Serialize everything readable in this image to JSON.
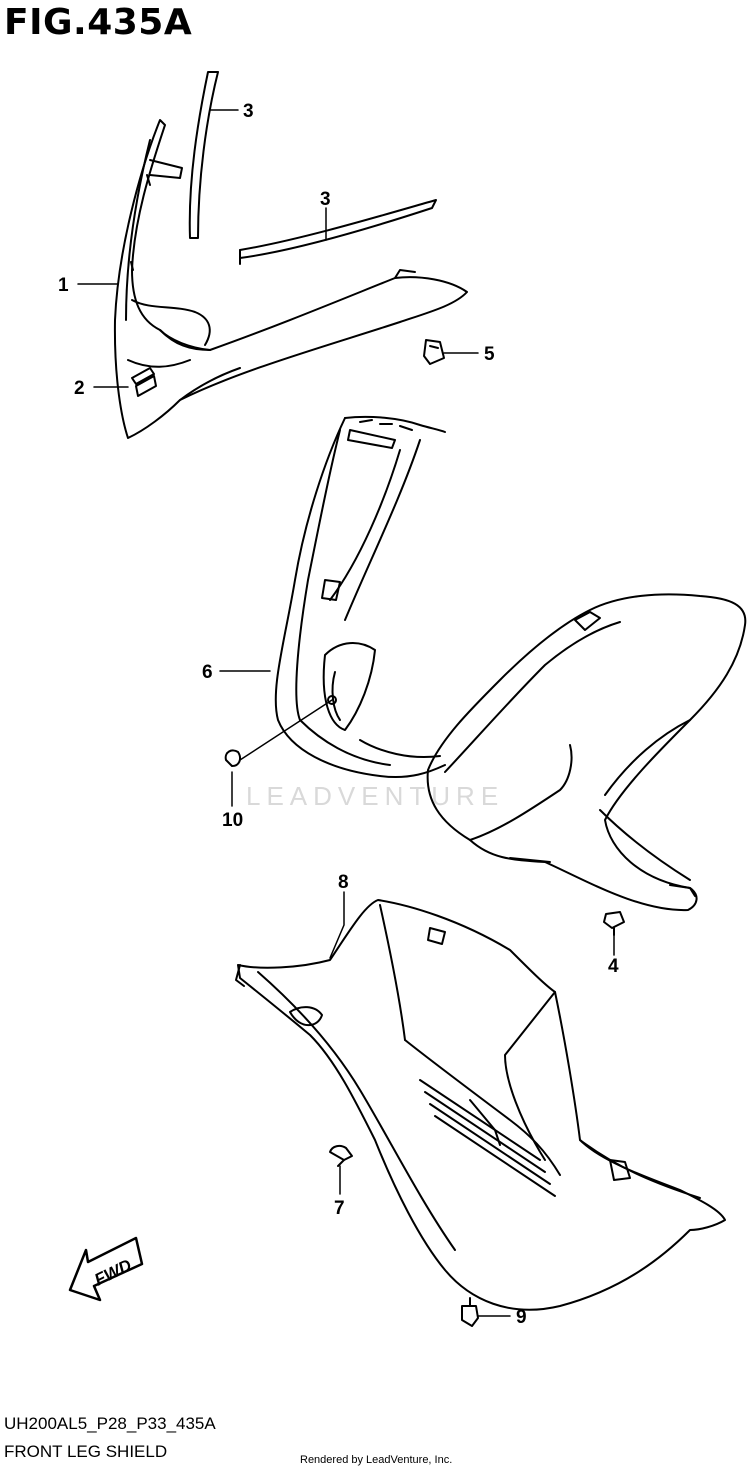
{
  "figure": {
    "title": "FIG.435A",
    "part_code": "UH200AL5_P28_P33_435A",
    "part_name": "FRONT LEG SHIELD",
    "credit": "Rendered by LeadVenture, Inc.",
    "watermark": "LEADVENTURE",
    "fwd_label": "FWD"
  },
  "callouts": [
    "1",
    "2",
    "3",
    "3",
    "4",
    "5",
    "6",
    "7",
    "8",
    "9",
    "10"
  ],
  "colors": {
    "line": "#000000",
    "background": "#ffffff",
    "watermark": "#d9d9d9"
  }
}
